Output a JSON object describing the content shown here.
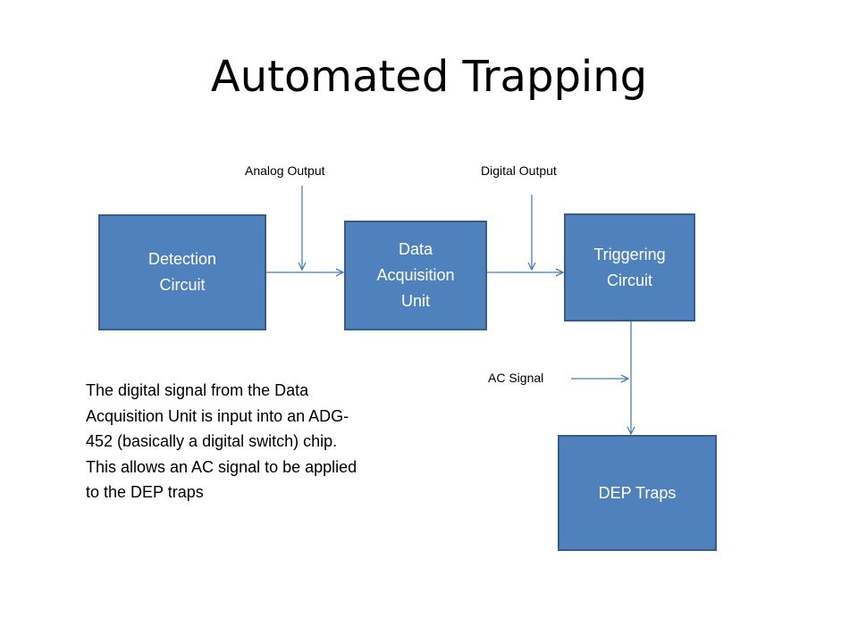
{
  "slide": {
    "title": "Automated Trapping",
    "labels": {
      "analog_output": "Analog Output",
      "digital_output": "Digital Output",
      "ac_signal": "AC Signal"
    },
    "blocks": {
      "detection": "Detection\nCircuit",
      "daq": "Data\nAcquisition\nUnit",
      "triggering": "Triggering\nCircuit",
      "dep_traps": "DEP Traps"
    },
    "description": [
      "The digital signal from the Data",
      "Acquisition Unit is input into an ADG-",
      "452 (basically a digital switch) chip.",
      "This allows an AC signal to be applied",
      "to the DEP traps"
    ]
  },
  "colors": {
    "block_fill": "#4f81bd",
    "block_border": "#385d8a",
    "connector": "#4a7ebb"
  }
}
